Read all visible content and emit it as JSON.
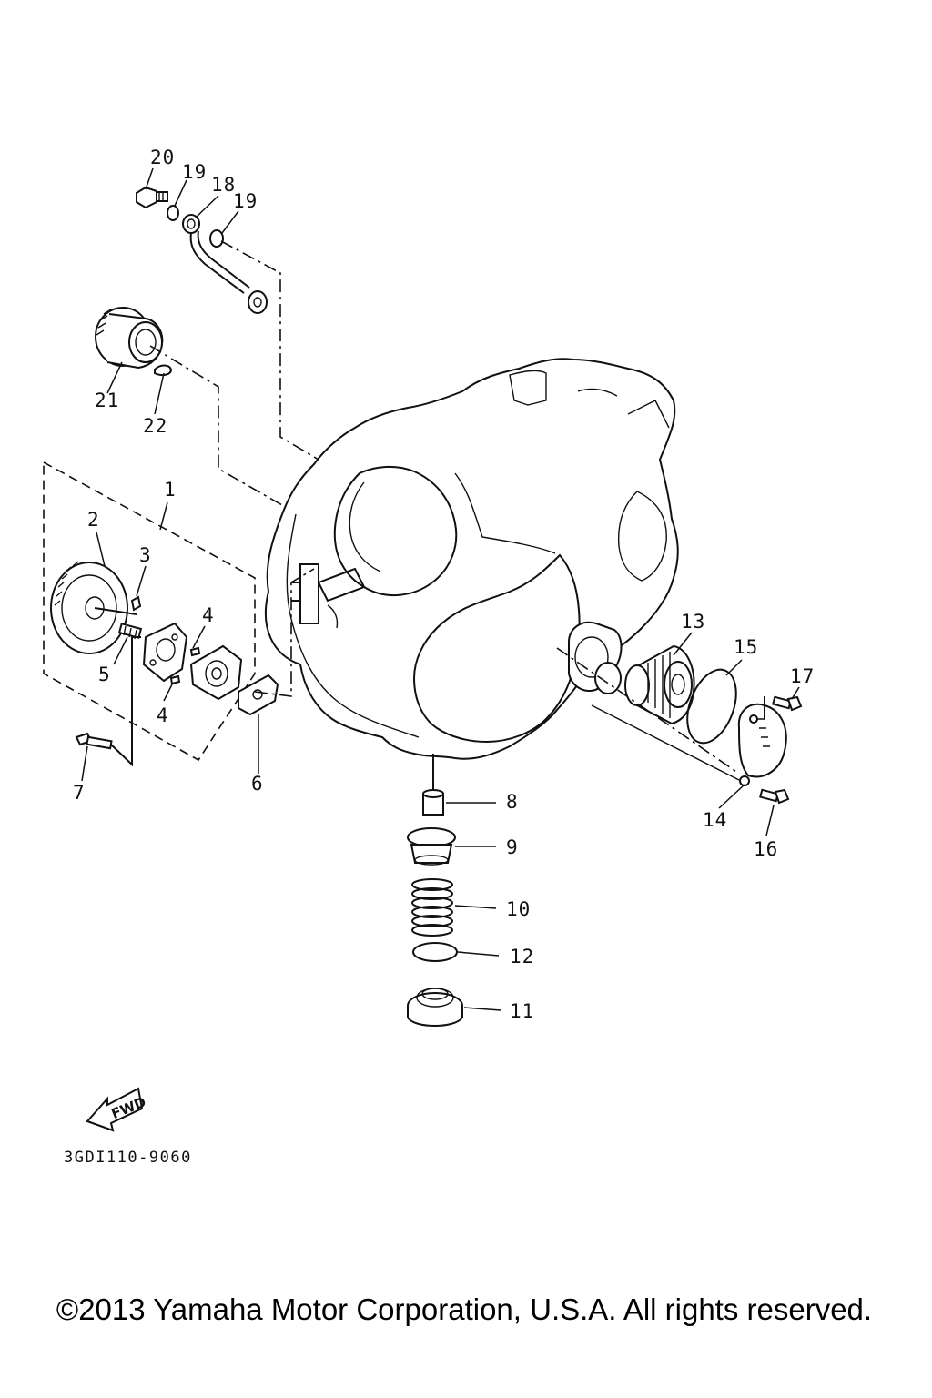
{
  "diagram": {
    "callouts": [
      "20",
      "19",
      "18",
      "19",
      "21",
      "22",
      "1",
      "2",
      "3",
      "4",
      "5",
      "4",
      "7",
      "6",
      "13",
      "15",
      "17",
      "14",
      "16",
      "8",
      "9",
      "10",
      "12",
      "11"
    ],
    "part_code": "3GDI110-9060",
    "fwd_label": "FWD",
    "copyright": "©2013 Yamaha Motor Corporation, U.S.A. All rights reserved."
  }
}
